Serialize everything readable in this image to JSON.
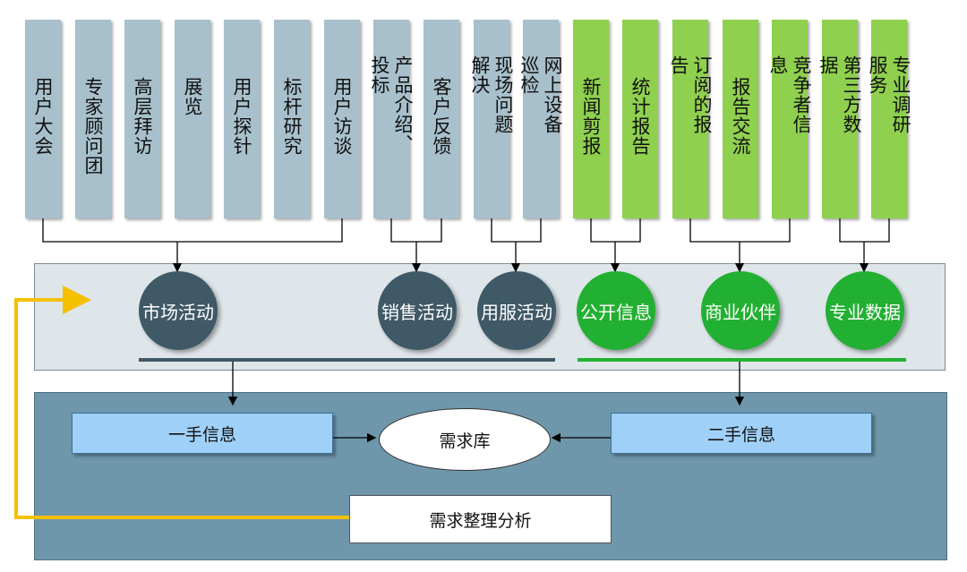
{
  "sources": [
    {
      "id": "s1",
      "text": [
        "用户大会"
      ],
      "color": "gray"
    },
    {
      "id": "s2",
      "text": [
        "专家顾问团"
      ],
      "color": "gray"
    },
    {
      "id": "s3",
      "text": [
        "高层拜访"
      ],
      "color": "gray"
    },
    {
      "id": "s4",
      "text": [
        "展览"
      ],
      "color": "gray"
    },
    {
      "id": "s5",
      "text": [
        "用户探针"
      ],
      "color": "gray"
    },
    {
      "id": "s6",
      "text": [
        "标杆研究"
      ],
      "color": "gray"
    },
    {
      "id": "s7",
      "text": [
        "用户访谈"
      ],
      "color": "gray"
    },
    {
      "id": "s8",
      "text": [
        "产品介绍、",
        "投标"
      ],
      "color": "gray"
    },
    {
      "id": "s9",
      "text": [
        "客户反馈"
      ],
      "color": "gray"
    },
    {
      "id": "s10",
      "text": [
        "现场问题",
        "解决"
      ],
      "color": "gray"
    },
    {
      "id": "s11",
      "text": [
        "网上设备",
        "巡检"
      ],
      "color": "gray"
    },
    {
      "id": "s12",
      "text": [
        "新闻剪报"
      ],
      "color": "green"
    },
    {
      "id": "s13",
      "text": [
        "统计报告"
      ],
      "color": "green"
    },
    {
      "id": "s14",
      "text": [
        "订阅的报",
        "告"
      ],
      "color": "green"
    },
    {
      "id": "s15",
      "text": [
        "报告交流"
      ],
      "color": "green"
    },
    {
      "id": "s16",
      "text": [
        "竞争者信",
        "息"
      ],
      "color": "green"
    },
    {
      "id": "s17",
      "text": [
        "第三方数",
        "据"
      ],
      "color": "green"
    },
    {
      "id": "s18",
      "text": [
        "专业调研",
        "服务"
      ],
      "color": "green"
    }
  ],
  "channels": {
    "market": "市场活动",
    "sales": "销售活动",
    "service": "用服活动",
    "public": "公开信息",
    "partner": "商业伙伴",
    "pro_data": "专业数据"
  },
  "first_hand": "一手信息",
  "second_hand": "二手信息",
  "demand_pool": "需求库",
  "analysis": "需求整理分析",
  "colors": {
    "gray_source": "#a8c0cc",
    "green_source": "#8fd04e",
    "dark_circle": "#3f5966",
    "green_circle": "#22b032",
    "yellow_arrow": "#f4c000"
  }
}
